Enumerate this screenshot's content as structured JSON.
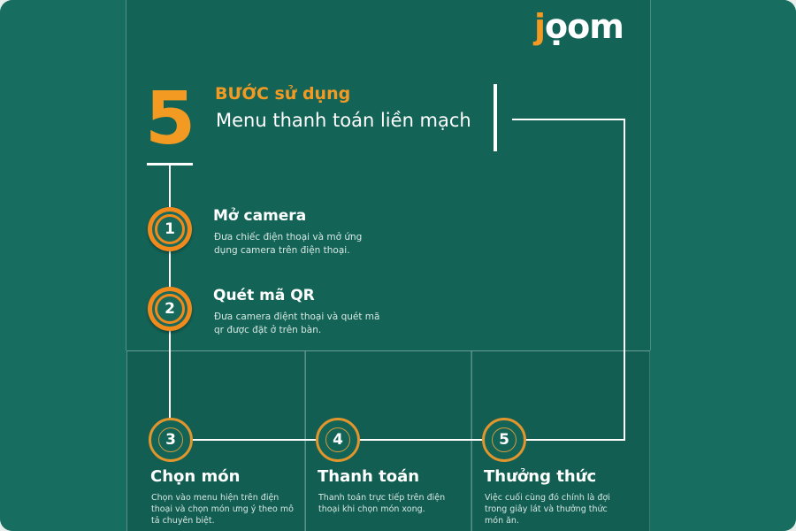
{
  "brand": {
    "logo_prefix": "j",
    "logo_rest": "ọom",
    "accent_color": "#f39a22",
    "background_color": "#156a5c"
  },
  "header": {
    "big_number": "5",
    "title": "BƯỚC sử dụng",
    "subtitle": "Menu thanh toán liền mạch"
  },
  "steps": [
    {
      "number": "1",
      "title": "Mở camera",
      "description_line1": "Đưa chiếc điện thoại và mở ứng",
      "description_line2": "dụng camera trên điện thoại."
    },
    {
      "number": "2",
      "title": "Quét mã QR",
      "description_line1": "Đưa camera điệnt thoại và quét mã",
      "description_line2": "qr được đặt ở trên bàn."
    },
    {
      "number": "3",
      "title": "Chọn món",
      "description_line1": "Chọn vào menu hiện trên điện",
      "description_line2": "thoại và chọn món ưng ý theo mô",
      "description_line3": "tả chuyên biệt."
    },
    {
      "number": "4",
      "title": "Thanh toán",
      "description_line1": "Thanh toán trực tiếp trên điện",
      "description_line2": "thoại khi chọn món xong."
    },
    {
      "number": "5",
      "title": "Thưởng thức",
      "description_line1": "Việc cuối cùng đó chính là đợi",
      "description_line2": "trong giây lát và thưởng thức",
      "description_line3": "món ăn."
    }
  ]
}
